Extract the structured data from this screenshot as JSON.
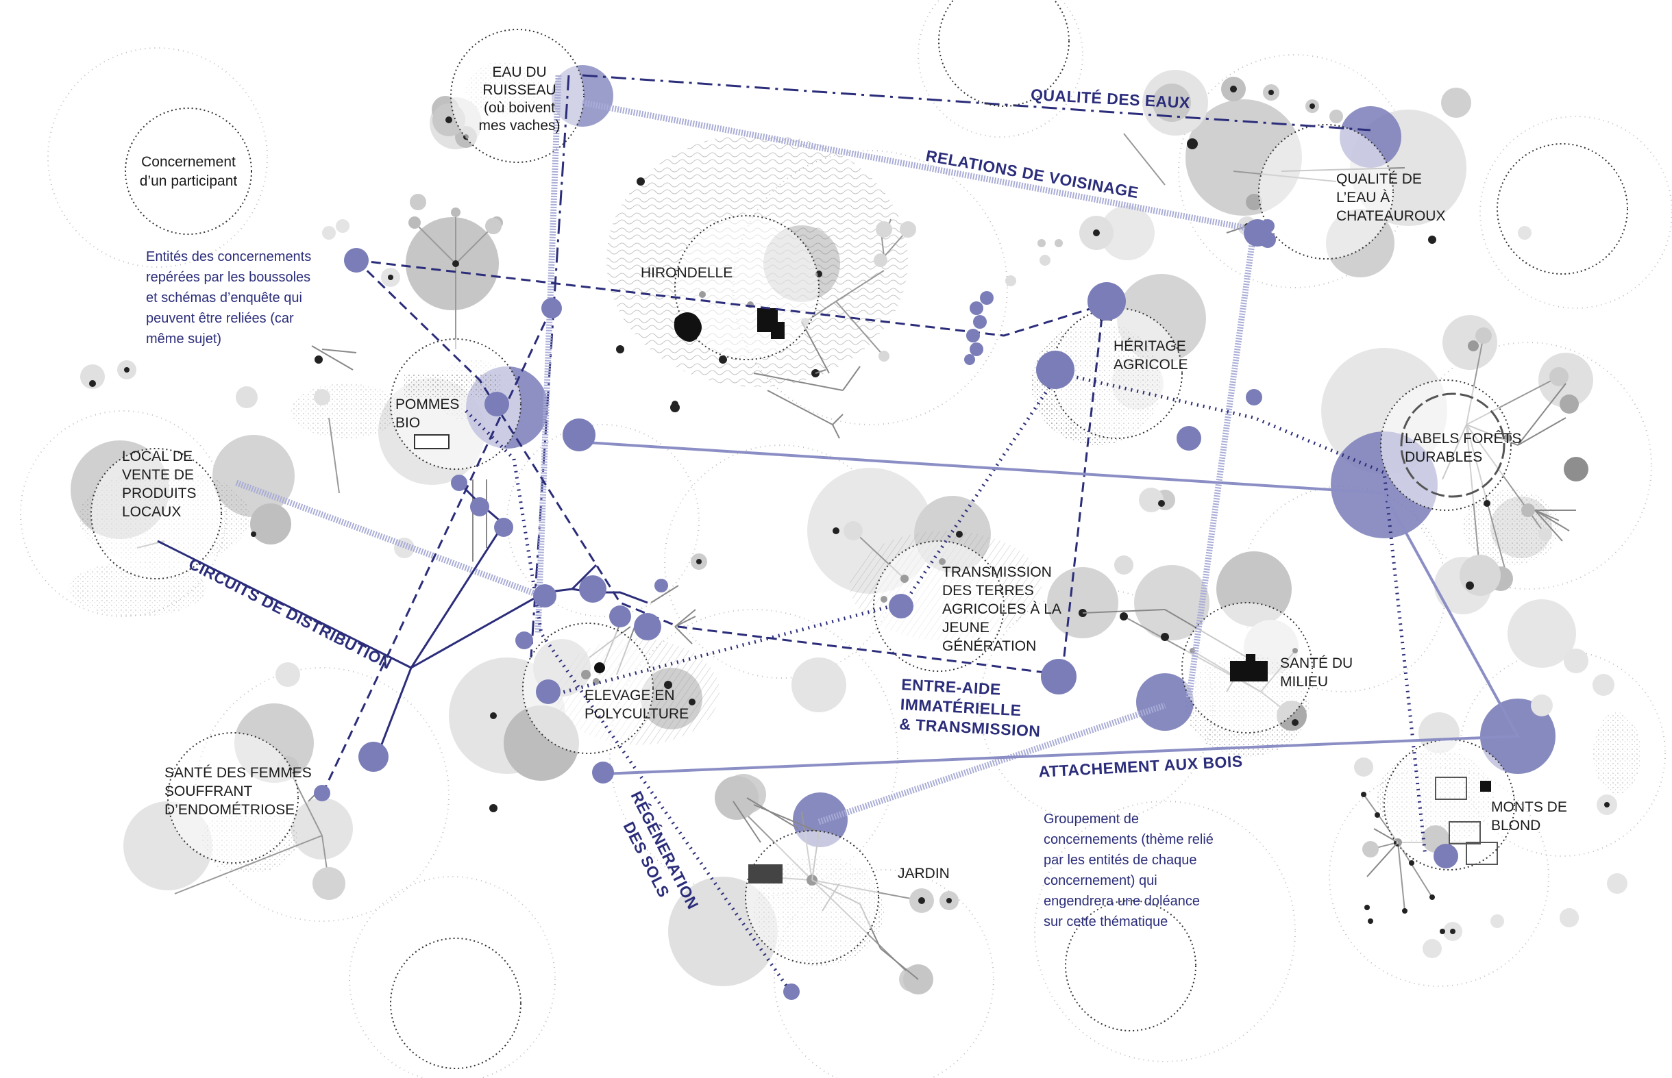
{
  "colors": {
    "theme_navy": "#2b2d7a",
    "entity_blue": "#7a7db8",
    "light_blue": "#a9acd6",
    "grey_light": "#e4e4e4",
    "grey_mid": "#c8c8c8",
    "grey_dark": "#8e8e8e",
    "ink": "#1a1a1a"
  },
  "legend": {
    "participant": [
      "Concernement",
      "d’un participant"
    ],
    "entities": [
      "Entités des concernements",
      "repérées par les boussoles",
      "et schémas d’enquête qui",
      "peuvent être reliées (car",
      "même sujet)"
    ],
    "grouping": [
      "Groupement de",
      "concernements (thème relié",
      "par les entités de chaque",
      "concernement) qui",
      "engendrera une doléance",
      "sur cette thématique"
    ]
  },
  "concerns": [
    {
      "id": "eau-ruisseau",
      "lines": [
        "EAU DU",
        "RUISSEAU",
        "(où boivent",
        "mes vaches)"
      ]
    },
    {
      "id": "hirondelle",
      "lines": [
        "HIRONDELLE"
      ]
    },
    {
      "id": "qualite-eau",
      "lines": [
        "QUALITÉ DE",
        "L’EAU À",
        "CHATEAUROUX"
      ]
    },
    {
      "id": "pommes-bio",
      "lines": [
        "POMMES",
        "BIO"
      ]
    },
    {
      "id": "heritage",
      "lines": [
        "HÉRITAGE",
        "AGRICOLE"
      ]
    },
    {
      "id": "labels",
      "lines": [
        "LABELS FORÊTS",
        "DURABLES"
      ]
    },
    {
      "id": "local-vente",
      "lines": [
        "LOCAL DE",
        "VENTE DE",
        "PRODUITS",
        "LOCAUX"
      ]
    },
    {
      "id": "transmission",
      "lines": [
        "TRANSMISSION",
        "DES TERRES",
        "AGRICOLES À LA",
        "JEUNE",
        "GÉNÉRATION"
      ]
    },
    {
      "id": "sante-milieu",
      "lines": [
        "SANTÉ DU",
        "MILIEU"
      ]
    },
    {
      "id": "elevage",
      "lines": [
        "ELEVAGE EN",
        "POLYCULTURE"
      ]
    },
    {
      "id": "sante-femmes",
      "lines": [
        "SANTÉ DES FEMMES",
        "SOUFFRANT",
        "D’ENDOMÉTRIOSE"
      ]
    },
    {
      "id": "monts",
      "lines": [
        "MONTS DE",
        "BLOND"
      ]
    },
    {
      "id": "jardin",
      "lines": [
        "JARDIN"
      ]
    }
  ],
  "themes": [
    {
      "id": "qualite-eaux",
      "lines": [
        "QUALITÉ DES EAUX"
      ]
    },
    {
      "id": "voisinage",
      "lines": [
        "RELATIONS DE VOISINAGE"
      ]
    },
    {
      "id": "circuits",
      "lines": [
        "CIRCUITS DE DISTRIBUTION"
      ]
    },
    {
      "id": "entraide",
      "lines": [
        "ENTRE-AIDE",
        "IMMATÉRIELLE",
        "& TRANSMISSION"
      ]
    },
    {
      "id": "bois",
      "lines": [
        "ATTACHEMENT AUX BOIS"
      ]
    },
    {
      "id": "sols",
      "lines": [
        "RÉGÉNERATION",
        "DES SOLS"
      ]
    }
  ]
}
